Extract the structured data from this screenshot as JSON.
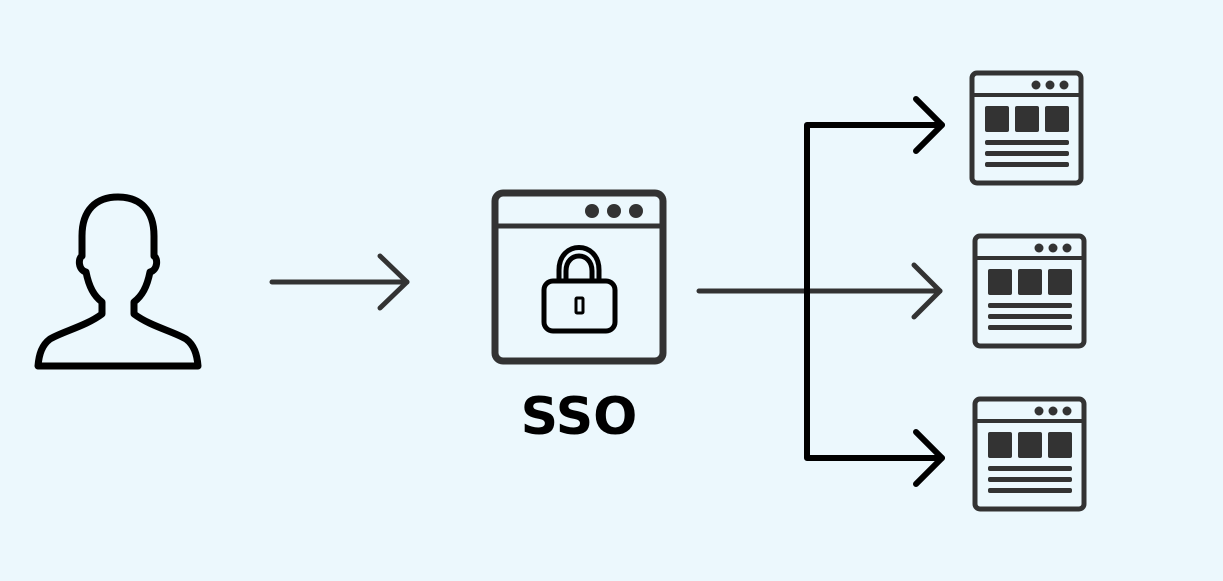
{
  "diagram": {
    "center_label": "SSO",
    "colors": {
      "background": "#ecf8fd",
      "icon": "#333333",
      "branch": "#000000",
      "label": "#000000"
    },
    "nodes": [
      {
        "id": "user",
        "icon": "user-silhouette-icon"
      },
      {
        "id": "sso",
        "icon": "browser-window-lock-icon"
      },
      {
        "id": "app-1",
        "icon": "browser-window-app-icon"
      },
      {
        "id": "app-2",
        "icon": "browser-window-app-icon"
      },
      {
        "id": "app-3",
        "icon": "browser-window-app-icon"
      }
    ],
    "edges": [
      {
        "from": "user",
        "to": "sso"
      },
      {
        "from": "sso",
        "to": "app-1"
      },
      {
        "from": "sso",
        "to": "app-2"
      },
      {
        "from": "sso",
        "to": "app-3"
      }
    ]
  }
}
